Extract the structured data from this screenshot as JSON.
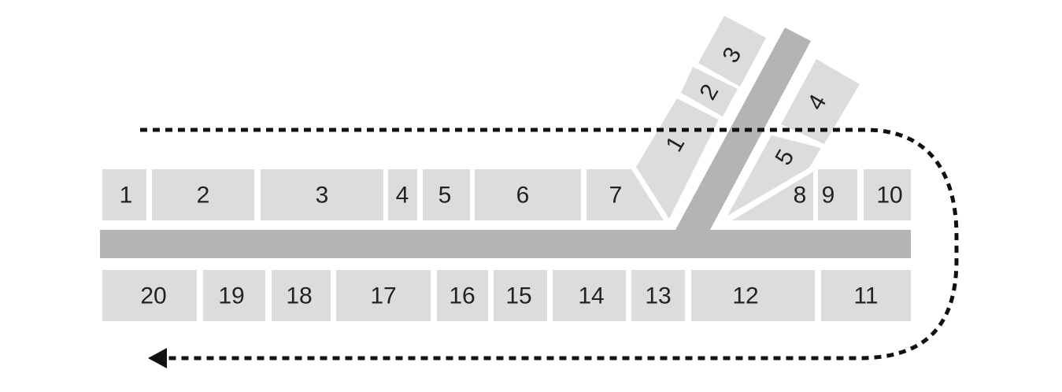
{
  "top_row": [
    "1",
    "2",
    "3",
    "4",
    "5",
    "6",
    "7",
    "8",
    "9",
    "10"
  ],
  "angled_left": [
    "1",
    "2",
    "3"
  ],
  "angled_right": [
    "4",
    "5"
  ],
  "bottom_row": [
    "20",
    "19",
    "18",
    "17",
    "16",
    "15",
    "14",
    "13",
    "12",
    "11"
  ],
  "colors": {
    "block": "#dcdcdc",
    "road": "#b4b4b4",
    "path": "#111111"
  }
}
